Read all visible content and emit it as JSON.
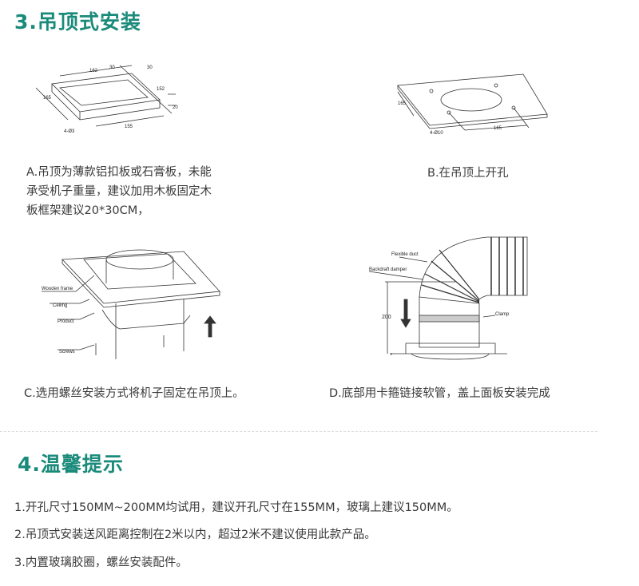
{
  "section3": {
    "title": "3.吊顶式安装",
    "steps": [
      {
        "caption_lines": [
          "A.吊顶为薄款铝扣板或石膏板，未能",
          "承受机子重量，建议加用木板固定木",
          "板框架建议20*30CM，"
        ],
        "labels": [
          "162",
          "30",
          "30",
          "152",
          "20",
          "165",
          "155",
          "4-Ø3"
        ]
      },
      {
        "caption_lines": [
          "B.在吊顶上开孔"
        ],
        "labels": [
          "165",
          "165",
          "4-Ø10"
        ]
      },
      {
        "caption_lines": [
          "C.选用螺丝安装方式将机子固定在吊顶上。"
        ],
        "labels": [
          "Wooden frame",
          "Ceiling",
          "Product",
          "Screws"
        ]
      },
      {
        "caption_lines": [
          "D.底部用卡箍链接软管，盖上面板安装完成"
        ],
        "labels": [
          "Flexible duct",
          "Backdraft damper",
          "200",
          "Clamp"
        ]
      }
    ]
  },
  "section4": {
    "title": "4.温馨提示",
    "items": [
      "1.开孔尺寸150MM~200MM均试用，建议开孔尺寸在155MM，玻璃上建议150MM。",
      "2.吊顶式安装送风距离控制在2米以内，超过2米不建议使用此款产品。",
      "3.内置玻璃胶圈，螺丝安装配件。"
    ]
  },
  "colors": {
    "accent": "#1a8a7a",
    "text": "#3a3a3a"
  }
}
